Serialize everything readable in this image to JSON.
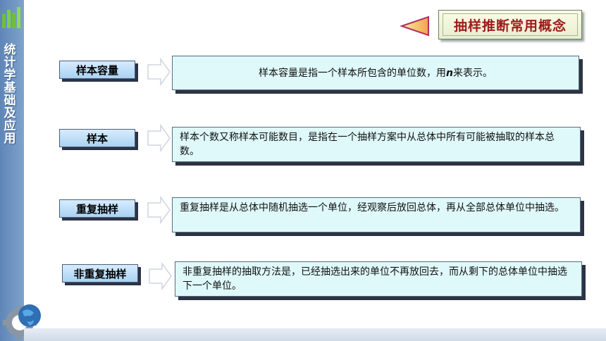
{
  "sidebar": {
    "title": "统计学基础及应用"
  },
  "header": {
    "title": "抽样推断常用概念"
  },
  "colors": {
    "header_text": "#9e1b1b",
    "term_fill": "#a9d2f2",
    "definition_fill": "#dff9fb",
    "side_band": "#6f94c2"
  },
  "icons": [
    "chart-bars-icon",
    "gear-globe-icon",
    "left-triangle-arrow-icon",
    "right-block-arrow-icon"
  ],
  "concepts": [
    {
      "term": "样本容量",
      "def_pre": "样本容量是指一个样本所包含的单位数，用",
      "def_var": "n",
      "def_post": "来表示。"
    },
    {
      "term": "样本",
      "def_pre": "样本个数又称样本可能数目，是指在一个抽样方案中从总体中所有可能被抽取的样本总数。"
    },
    {
      "term": "重复抽样",
      "def_pre": "重复抽样是从总体中随机抽选一个单位，经观察后放回总体，再从全部总体单位中抽选。"
    },
    {
      "term": "非重复抽样",
      "def_pre": "非重复抽样的抽取方法是，已经抽选出来的单位不再放回去，而从剩下的总体单位中抽选下一个单位。"
    }
  ]
}
